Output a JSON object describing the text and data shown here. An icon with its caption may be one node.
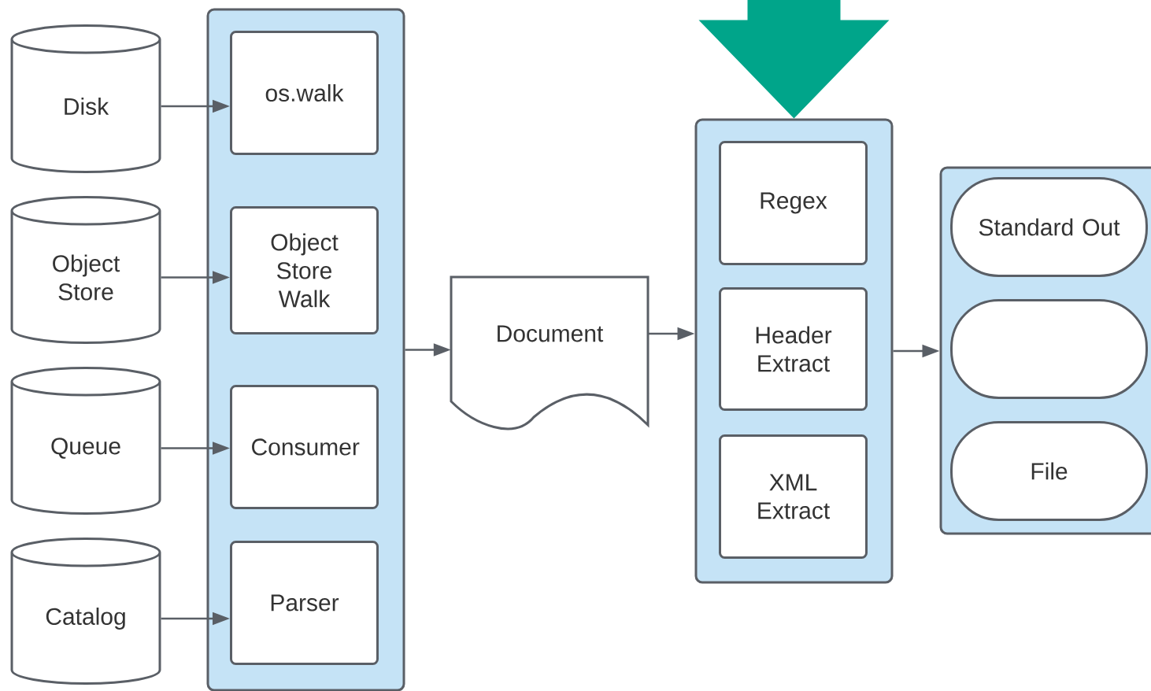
{
  "diagram": {
    "nodes": [
      {
        "text": [
          "Disk"
        ]
      },
      {
        "text": [
          "Object Store"
        ]
      },
      {
        "text": [
          "Queue"
        ]
      },
      {
        "text": [
          "Catalog"
        ]
      },
      {
        "text": [],
        "shape": "box"
      },
      {
        "text": [
          "os.walk"
        ],
        "in": 4
      },
      {
        "text": [
          "Object Store Walk"
        ],
        "in": 4
      },
      {
        "text": [
          "Consumer"
        ],
        "in": 4
      },
      {
        "text": [
          "Parser"
        ],
        "in": 4
      },
      {
        "text": [
          "Document"
        ]
      },
      {
        "text": [],
        "shape": "box"
      },
      {
        "text": [
          "Regex"
        ],
        "in": 10
      },
      {
        "text": [
          "Header Extract"
        ],
        "in": 10
      },
      {
        "text": [
          "XML Extract"
        ],
        "in": 10
      },
      {
        "text": [],
        "shape": "box"
      },
      {
        "text": [
          "Standard Out"
        ],
        "in": 14
      },
      {
        "text": [],
        "shape": "pill",
        "in": 14
      },
      {
        "text": [
          "File"
        ],
        "in": 14
      }
    ],
    "edges": [
      {
        "from": 0,
        "to": 5,
        "arrow": "to"
      },
      {
        "from": 1,
        "to": 6,
        "arrow": "to"
      },
      {
        "from": 2,
        "to": 7,
        "arrow": "to"
      },
      {
        "from": 3,
        "to": 8,
        "arrow": "to"
      },
      {
        "from": 4,
        "to": 9,
        "arrow": "to"
      },
      {
        "from": 9,
        "to": 10,
        "arrow": "to"
      },
      {
        "from": 10,
        "to": 14,
        "arrow": "to"
      },
      {
        "from": null,
        "to": 10,
        "arrow": "to",
        "style": "thick",
        "color": "#00a58a"
      }
    ]
  }
}
